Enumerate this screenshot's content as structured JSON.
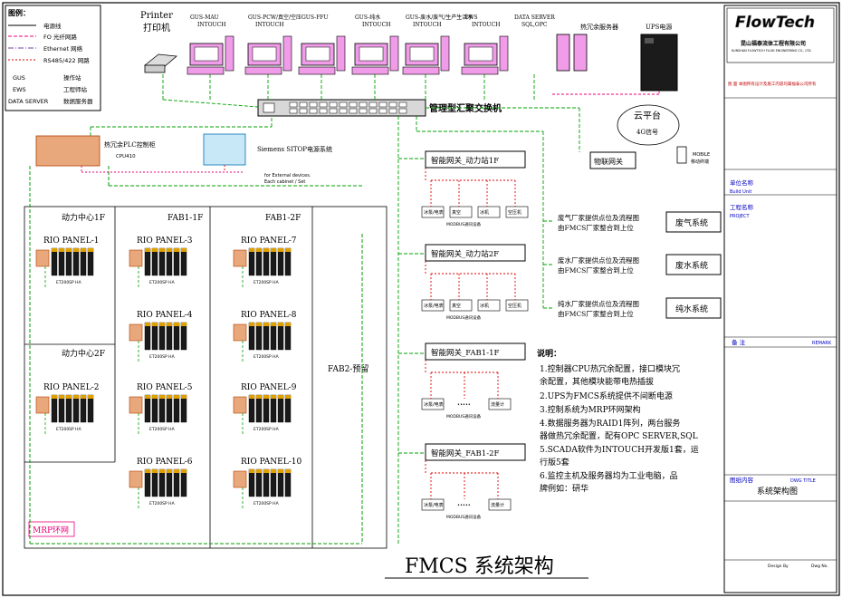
{
  "drawing_title": "FMCS 系统架构",
  "legend": {
    "title": "图例：",
    "items": [
      "电源线",
      "FO 光纤网路",
      "Ethernet 网络",
      "RS485/422 网路",
      "GUS",
      "EWS",
      "DATA SERVER"
    ],
    "descs": [
      "操作站",
      "工程师站",
      "数据服务器"
    ]
  },
  "printer": {
    "label_en": "Printer",
    "label_cn": "打印机"
  },
  "workstations": [
    {
      "line1": "GUS-MAU",
      "line2": "INTOUCH"
    },
    {
      "line1": "GUS-PCW/真空/空压",
      "line2": "INTOUCH"
    },
    {
      "line1": "GUS-FFU",
      "line2": ""
    },
    {
      "line1": "GUS-纯水",
      "line2": "INTOUCH"
    },
    {
      "line1": "GUS-废水/废气/生产生活水",
      "line2": "INTOUCH"
    },
    {
      "line1": "EWS",
      "line2": "INTOUCH"
    },
    {
      "line1": "DATA SERVER",
      "line2": "SQL,OPC"
    }
  ],
  "hot_standby_server": "热冗余服务器",
  "ups": "UPS电源",
  "switch": "管理型汇聚交换机",
  "plc": {
    "name": "热冗余PLC控制柜",
    "model": "CPU410"
  },
  "sitop": {
    "name": "Siemens SITOP电源系统",
    "note1": "for External devices.",
    "note2": "Each cabinet / Set"
  },
  "cloud": {
    "name": "云平台",
    "signal": "4G信号",
    "gateway": "物联网关",
    "mobile1": "MOBILE",
    "mobile2": "移动终端"
  },
  "zones": [
    {
      "name": "动力中心1F"
    },
    {
      "name": "FAB1-1F"
    },
    {
      "name": "FAB1-2F"
    },
    {
      "name": "动力中心2F"
    },
    {
      "name": "FAB2-预留"
    }
  ],
  "panel_model": "ET200SP HA",
  "rio_panels": [
    "RIO PANEL-1",
    "RIO PANEL-2",
    "RIO PANEL-3",
    "RIO PANEL-4",
    "RIO PANEL-5",
    "RIO PANEL-6",
    "RIO PANEL-7",
    "RIO PANEL-8",
    "RIO PANEL-9",
    "RIO PANEL-10"
  ],
  "ring_label": "MRP环网",
  "gateways": [
    {
      "title": "智能网关_动力站1F",
      "devices": [
        "冰泵/电表",
        "真空",
        "冰机",
        "空压机"
      ],
      "bus": "MODBUS通讯设备"
    },
    {
      "title": "智能网关_动力站2F",
      "devices": [
        "冰泵/电表",
        "真空",
        "冰机",
        "空压机"
      ],
      "bus": "MODBUS通讯设备"
    },
    {
      "title": "智能网关_FAB1-1F",
      "devices": [
        "冰泵/电表",
        "•••••",
        "流量计"
      ],
      "bus": "MODBUS通讯设备"
    },
    {
      "title": "智能网关_FAB1-2F",
      "devices": [
        "冰泵/电表",
        "•••••",
        "流量计"
      ],
      "bus": "MODBUS通讯设备"
    }
  ],
  "vendor_systems": [
    {
      "line1": "废气厂家提供点位及流程图",
      "line2": "由FMCS厂家整合到上位",
      "name": "废气系统"
    },
    {
      "line1": "废水厂家提供点位及流程图",
      "line2": "由FMCS厂家整合到上位",
      "name": "废水系统"
    },
    {
      "line1": "纯水厂家提供点位及流程图",
      "line2": "由FMCS厂家整合到上位",
      "name": "纯水系统"
    }
  ],
  "notes": {
    "title": "说明：",
    "lines": [
      "1.控制器CPU热冗余配置，接口模块冗",
      "余配置，其他模块能带电热插拔",
      "2.UPS为FMCS系统提供不间断电源",
      "3.控制系统为MRP环网架构",
      "4.数据服务器为RAID1阵列，两台服务",
      "器做热冗余配置，配有OPC SERVER,SQL",
      "5.SCADA软件为INTOUCH开发版1套，运",
      "行版5套",
      "6.监控主机及服务器均为工业电脑，品",
      "牌例如：研华"
    ]
  },
  "title_block": {
    "logo": "FlowTech",
    "company": "昆山福泰流体工程有限公司",
    "company_en": "KUNSHAN FLOWTECH FLUID ENGINEERING CO., LTD.",
    "row_unit_cn": "单位名称",
    "row_unit_en": "Build Unit",
    "row_project_cn": "工程名称",
    "row_project_en": "PROJECT",
    "remark": "备 注",
    "remark_en": "REMARK",
    "drawing_name_label": "图纸内容",
    "drawing_name_en": "DWG TITLE",
    "drawing_name": "系统架构图",
    "design_by": "Design By",
    "dwg_no": "Dwg No.",
    "red_note": "图 面   本图所有设计及施工内容均属福泰公司所有"
  },
  "colors": {
    "power": "#e8007a",
    "fiber": "#e8007a",
    "ethernet": "#00a000",
    "rs485": "#e00000",
    "workstation": "#f09ce8"
  }
}
